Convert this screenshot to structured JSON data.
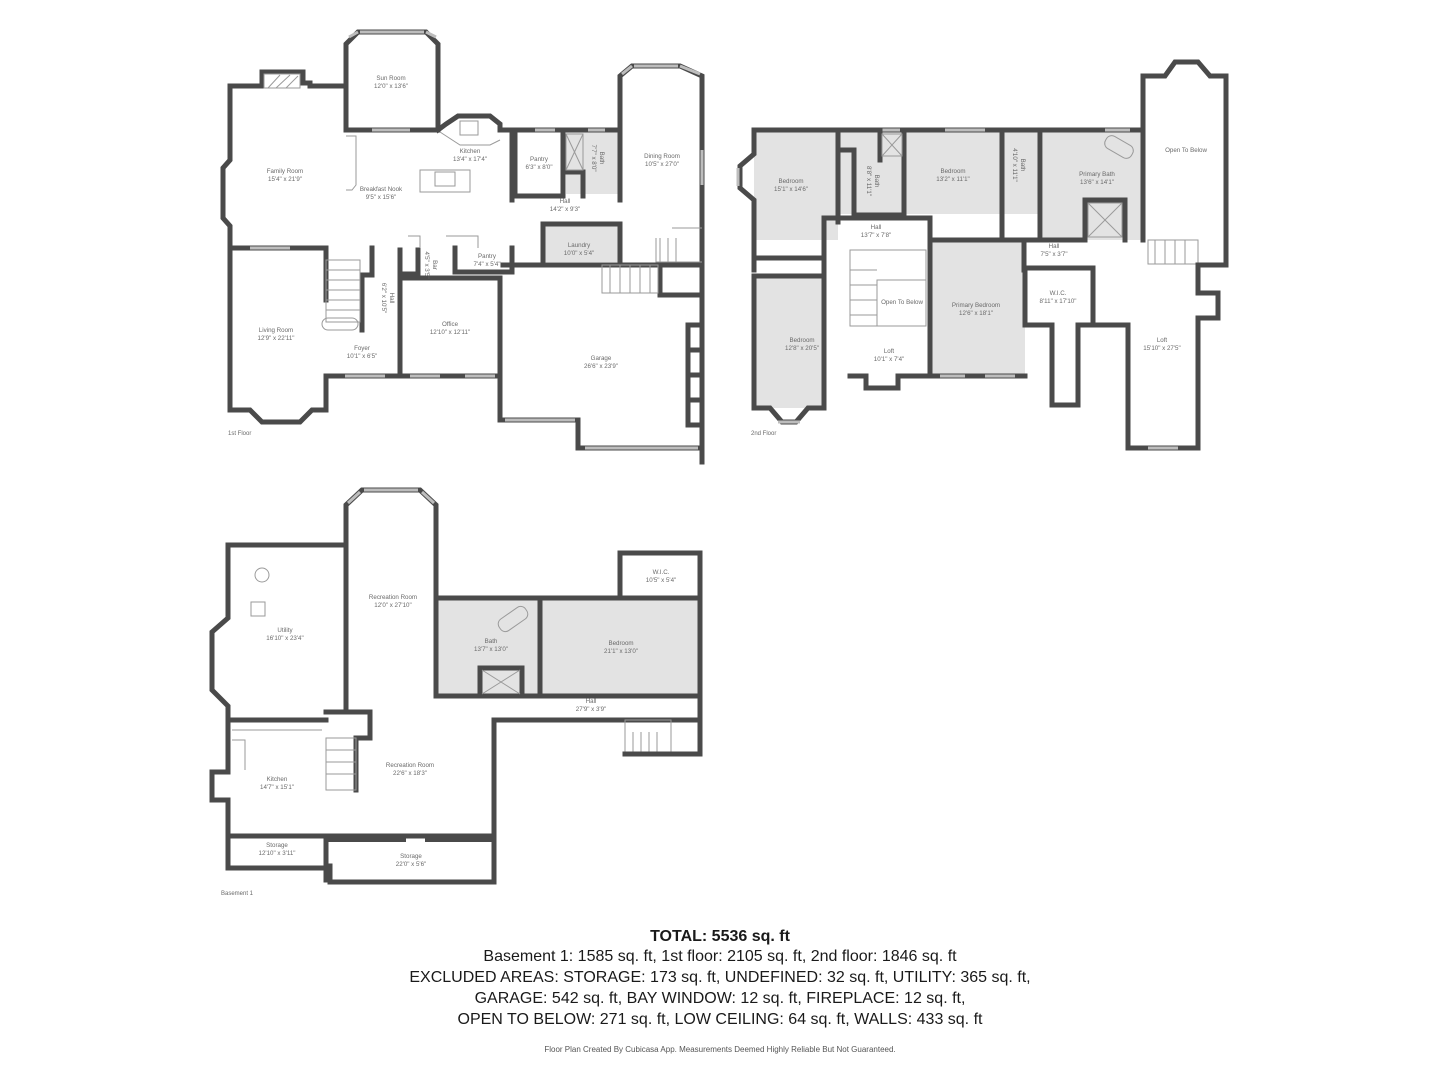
{
  "floors": {
    "first": {
      "label": "1st Floor",
      "rooms": [
        {
          "name": "Sun Room",
          "dim": "12'0\" x 13'6\""
        },
        {
          "name": "Family Room",
          "dim": "15'4\" x 21'9\""
        },
        {
          "name": "Kitchen",
          "dim": "13'4\" x 17'4\""
        },
        {
          "name": "Breakfast Nook",
          "dim": "9'5\" x 15'6\""
        },
        {
          "name": "Pantry",
          "dim": "6'3\" x 8'0\""
        },
        {
          "name": "Bath",
          "dim": "7'7\" x 8'0\""
        },
        {
          "name": "Dining Room",
          "dim": "10'5\" x 27'0\""
        },
        {
          "name": "Hall",
          "dim": "14'2\" x 9'3\""
        },
        {
          "name": "Laundry",
          "dim": "10'0\" x 5'4\""
        },
        {
          "name": "Bar",
          "dim": "4'5\" x 3'5\""
        },
        {
          "name": "Pantry",
          "dim": "7'4\" x 5'4\""
        },
        {
          "name": "Hall",
          "dim": "6'2\" x 10'5\""
        },
        {
          "name": "Living Room",
          "dim": "12'9\" x 22'11\""
        },
        {
          "name": "Foyer",
          "dim": "10'1\" x 6'5\""
        },
        {
          "name": "Office",
          "dim": "12'10\" x 12'11\""
        },
        {
          "name": "Garage",
          "dim": "26'6\" x 23'9\""
        }
      ]
    },
    "second": {
      "label": "2nd Floor",
      "rooms": [
        {
          "name": "Bedroom",
          "dim": "15'1\" x 14'6\""
        },
        {
          "name": "Bath",
          "dim": "8'8\" x 11'1\""
        },
        {
          "name": "Bedroom",
          "dim": "13'2\" x 11'1\""
        },
        {
          "name": "Bath",
          "dim": "4'10\" x 11'1\""
        },
        {
          "name": "Primary Bath",
          "dim": "13'6\" x 14'1\""
        },
        {
          "name": "Open To Below",
          "dim": ""
        },
        {
          "name": "Hall",
          "dim": "13'7\" x 7'8\""
        },
        {
          "name": "Hall",
          "dim": "7'5\" x 3'7\""
        },
        {
          "name": "Open To Below",
          "dim": ""
        },
        {
          "name": "Primary Bedroom",
          "dim": "12'6\" x 18'1\""
        },
        {
          "name": "W.I.C.",
          "dim": "8'11\" x 17'10\""
        },
        {
          "name": "Bedroom",
          "dim": "12'8\" x 20'5\""
        },
        {
          "name": "Loft",
          "dim": "10'1\" x 7'4\""
        },
        {
          "name": "Loft",
          "dim": "15'10\" x 27'5\""
        }
      ]
    },
    "basement": {
      "label": "Basement 1",
      "rooms": [
        {
          "name": "Utility",
          "dim": "16'10\" x 23'4\""
        },
        {
          "name": "Recreation Room",
          "dim": "12'0\" x 27'10\""
        },
        {
          "name": "W.I.C.",
          "dim": "10'5\" x 5'4\""
        },
        {
          "name": "Bath",
          "dim": "13'7\" x 13'0\""
        },
        {
          "name": "Bedroom",
          "dim": "21'1\" x 13'0\""
        },
        {
          "name": "Hall",
          "dim": "27'9\" x 3'9\""
        },
        {
          "name": "Kitchen",
          "dim": "14'7\" x 15'1\""
        },
        {
          "name": "Recreation Room",
          "dim": "22'6\" x 18'3\""
        },
        {
          "name": "Storage",
          "dim": "12'10\" x 3'11\""
        },
        {
          "name": "Storage",
          "dim": "22'0\" x 5'6\""
        }
      ]
    }
  },
  "summary": {
    "total": "TOTAL: 5536 sq. ft",
    "floors_line": "Basement 1: 1585 sq. ft, 1st floor: 2105 sq. ft, 2nd floor: 1846 sq. ft",
    "excluded_line1": "EXCLUDED AREAS: STORAGE: 173 sq. ft, UNDEFINED: 32 sq. ft, UTILITY: 365 sq. ft,",
    "excluded_line2": "GARAGE: 542 sq. ft, BAY WINDOW: 12 sq. ft, FIREPLACE: 12 sq. ft,",
    "excluded_line3": "OPEN TO BELOW: 271 sq. ft, LOW CEILING: 64 sq. ft, WALLS: 433 sq. ft",
    "credit": "Floor Plan Created By Cubicasa App. Measurements Deemed Highly Reliable But Not Guaranteed."
  },
  "colors": {
    "wall": "#4a4a4a",
    "wet_room_fill": "#e3e3e3",
    "text": "#6a6a6a",
    "summary_text": "#1a1a1a"
  }
}
